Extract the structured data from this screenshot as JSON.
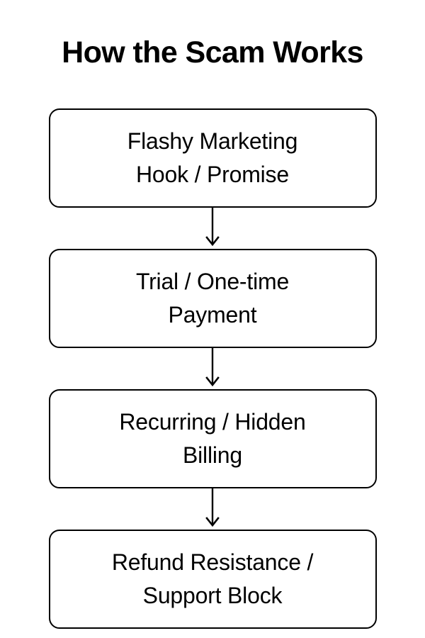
{
  "page": {
    "background_color": "#ffffff",
    "title": "How the Scam Works"
  },
  "theme": {
    "stroke_color": "#000000",
    "text_color": "#000000",
    "node_fill": "#ffffff"
  },
  "flowchart": {
    "type": "vertical-flow",
    "orientation": "top-to-bottom",
    "node_count": 4,
    "nodes": [
      {
        "id": "step-1",
        "name": "flashy-marketing-hook-promise",
        "label": "Flashy Marketing\nHook / Promise",
        "line1": "Flashy Marketing",
        "line2": "Hook / Promise"
      },
      {
        "id": "step-2",
        "name": "trial-one-time-payment",
        "label": "Trial / One-time\nPayment",
        "line1": "Trial / One-time",
        "line2": "Payment"
      },
      {
        "id": "step-3",
        "name": "recurring-hidden-billing",
        "label": "Recurring / Hidden\nBilling",
        "line1": "Recurring / Hidden",
        "line2": "Billing"
      },
      {
        "id": "step-4",
        "name": "refund-resistance-support-block",
        "label": "Refund Resistance /\nSupport Block",
        "line1": "Refund Resistance /",
        "line2": "Support Block"
      }
    ],
    "connectors": [
      {
        "id": "arrow-1",
        "from": "step-1",
        "to": "step-2",
        "icon": "arrow-down-icon"
      },
      {
        "id": "arrow-2",
        "from": "step-2",
        "to": "step-3",
        "icon": "arrow-down-icon"
      },
      {
        "id": "arrow-3",
        "from": "step-3",
        "to": "step-4",
        "icon": "arrow-down-icon"
      }
    ]
  }
}
